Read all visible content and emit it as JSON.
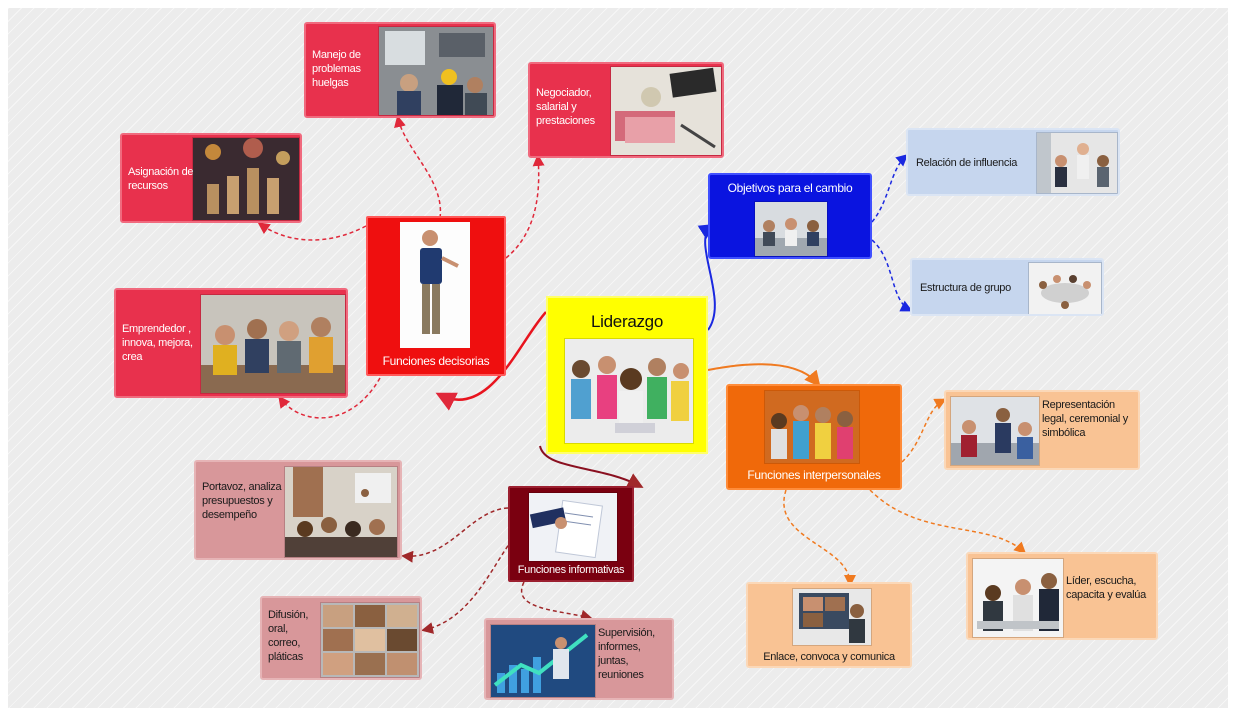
{
  "center": {
    "title": "Liderazgo"
  },
  "branches": {
    "decisorias": {
      "label": "Funciones decisorias"
    },
    "objetivos": {
      "label": "Objetivos para el cambio"
    },
    "interpersonales": {
      "label": "Funciones interpersonales"
    },
    "informativas": {
      "label": "Funciones informativas"
    }
  },
  "leaves": {
    "manejo": "Manejo de problemas huelgas",
    "negociador": "Negociador, salarial y prestaciones",
    "asignacion": "Asignación de recursos",
    "emprendedor": "Emprendedor , innova, mejora, crea",
    "relacion": "Relación de influencia",
    "estructura": "Estructura de grupo",
    "representacion": "Representación legal, ceremonial y simbólica",
    "lider": "Líder, escucha, capacita y evalúa",
    "enlace": "Enlace, convoca y comunica",
    "portavoz": "Portavoz, analiza presupuestos y desempeño",
    "difusion": "Difusión, oral, correo, pláticas",
    "supervision": "Supervisión, informes, juntas, reuniones"
  },
  "colors": {
    "decisorias": "#ef0f0f",
    "leaf_red": "#e8314d",
    "objetivos": "#0a14e0",
    "leaf_blue": "#c6d6ee",
    "center": "#ffff00",
    "interpersonales": "#f0690a",
    "leaf_peach": "#f9c394",
    "informativas": "#7a0010",
    "leaf_rose": "#d8979a"
  }
}
